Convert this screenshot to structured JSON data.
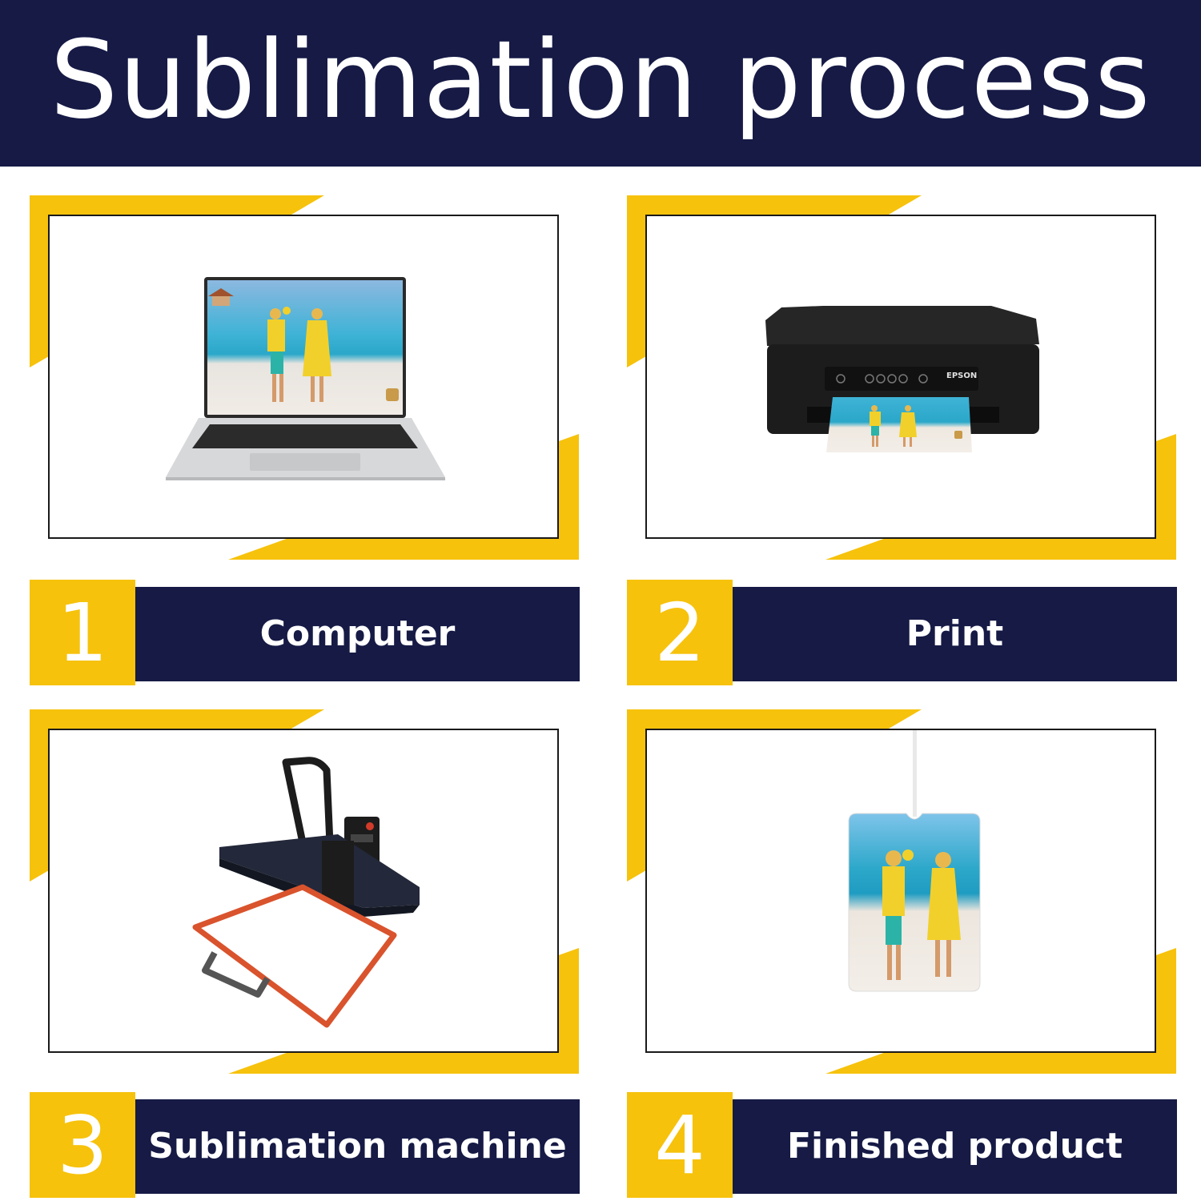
{
  "header": {
    "title": "Sublimation process"
  },
  "steps": [
    {
      "number": "1",
      "label": "Computer",
      "image": "laptop-icon"
    },
    {
      "number": "2",
      "label": "Print",
      "image": "printer-icon",
      "printer_brand": "EPSON"
    },
    {
      "number": "3",
      "label": "Sublimation machine",
      "image": "heat-press-icon"
    },
    {
      "number": "4",
      "label": "Finished product",
      "image": "air-freshener-icon"
    }
  ],
  "colors": {
    "navy": "#161a45",
    "yellow": "#f6c20c",
    "frame": "#1a1a1a"
  }
}
